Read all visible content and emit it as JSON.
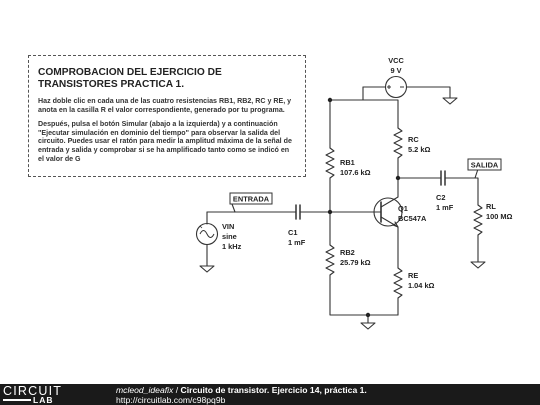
{
  "note": {
    "title": "COMPROBACION DEL EJERCICIO DE TRANSISTORES PRACTICA 1.",
    "para1": "Haz doble clic en cada una de las cuatro resistencias RB1, RB2, RC y RE, y anota en la casilla R el valor correspondiente, generado por tu programa.",
    "para2": "Después, pulsa el botón Simular (abajo a la izquierda) y a continuación \"Ejecutar simulación en dominio del tiempo\" para observar la salida del circuito. Puedes usar el ratón para medir la amplitud máxima de la señal de entrada y salida y comprobar si se ha amplificado tanto como se indicó en el valor de G"
  },
  "components": {
    "vcc": {
      "name": "VCC",
      "value": "9 V"
    },
    "rc": {
      "name": "RC",
      "value": "5.2 kΩ"
    },
    "rb1": {
      "name": "RB1",
      "value": "107.6 kΩ"
    },
    "rb2": {
      "name": "RB2",
      "value": "25.79 kΩ"
    },
    "re": {
      "name": "RE",
      "value": "1.04 kΩ"
    },
    "q1": {
      "name": "Q1",
      "value": "BC547A"
    },
    "c1": {
      "name": "C1",
      "value": "1 mF"
    },
    "c2": {
      "name": "C2",
      "value": "1 mF"
    },
    "rl": {
      "name": "RL",
      "value": "100 MΩ"
    },
    "vin": {
      "name": "VIN",
      "type": "sine",
      "freq": "1 kHz"
    },
    "entrada": "ENTRADA",
    "salida": "SALIDA"
  },
  "footer": {
    "brand_top": "CIRCUIT",
    "brand_bottom": "LAB",
    "author": "mcleod_ideafix",
    "separator": " / ",
    "title": "Circuito de transistor. Ejercicio 14, práctica 1.",
    "url": "http://circuitlab.com/c98pq9b"
  }
}
